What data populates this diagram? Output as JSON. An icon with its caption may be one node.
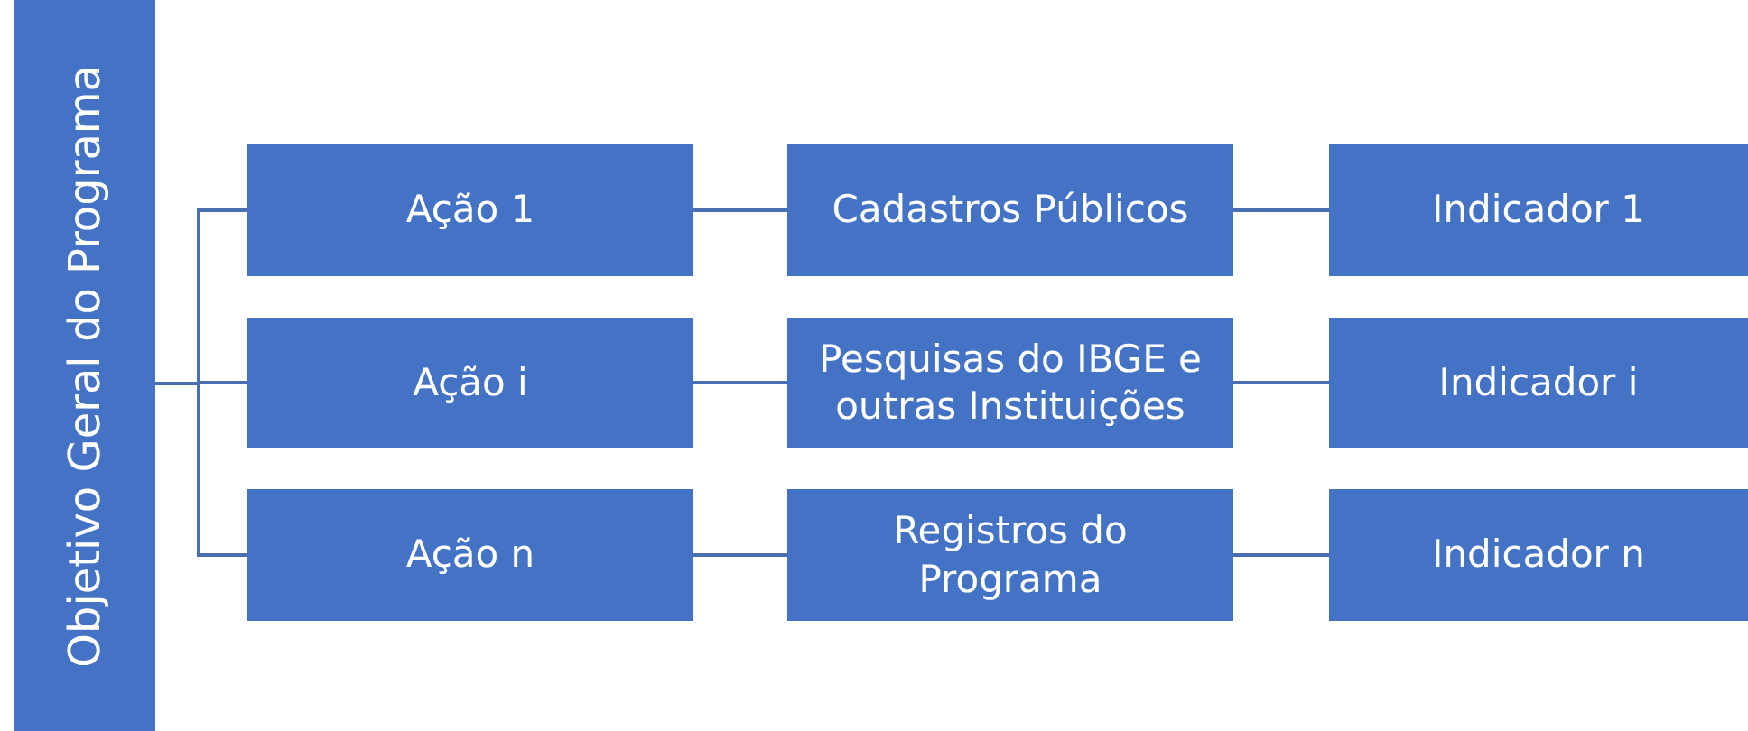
{
  "diagram": {
    "nodes": [
      {
        "text": [
          "Objetivo Geral do Programa"
        ]
      },
      {
        "text": [
          "Ação 1"
        ]
      },
      {
        "text": [
          "Cadastros Públicos"
        ]
      },
      {
        "text": [
          "Indicador 1"
        ]
      },
      {
        "text": [
          "Ação i"
        ]
      },
      {
        "text": [
          "Pesquisas do IBGE e outras Instituições"
        ]
      },
      {
        "text": [
          "Indicador i"
        ]
      },
      {
        "text": [
          "Ação n"
        ]
      },
      {
        "text": [
          "Registros do Programa"
        ]
      },
      {
        "text": [
          "Indicador n"
        ]
      }
    ],
    "edges": [
      {
        "from": 0,
        "to": 1,
        "arrow": "none"
      },
      {
        "from": 0,
        "to": 4,
        "arrow": "none"
      },
      {
        "from": 0,
        "to": 7,
        "arrow": "none"
      },
      {
        "from": 1,
        "to": 2,
        "arrow": "none"
      },
      {
        "from": 2,
        "to": 3,
        "arrow": "none"
      },
      {
        "from": 4,
        "to": 5,
        "arrow": "none"
      },
      {
        "from": 5,
        "to": 6,
        "arrow": "none"
      },
      {
        "from": 7,
        "to": 8,
        "arrow": "none"
      },
      {
        "from": 8,
        "to": 9,
        "arrow": "none"
      }
    ]
  }
}
